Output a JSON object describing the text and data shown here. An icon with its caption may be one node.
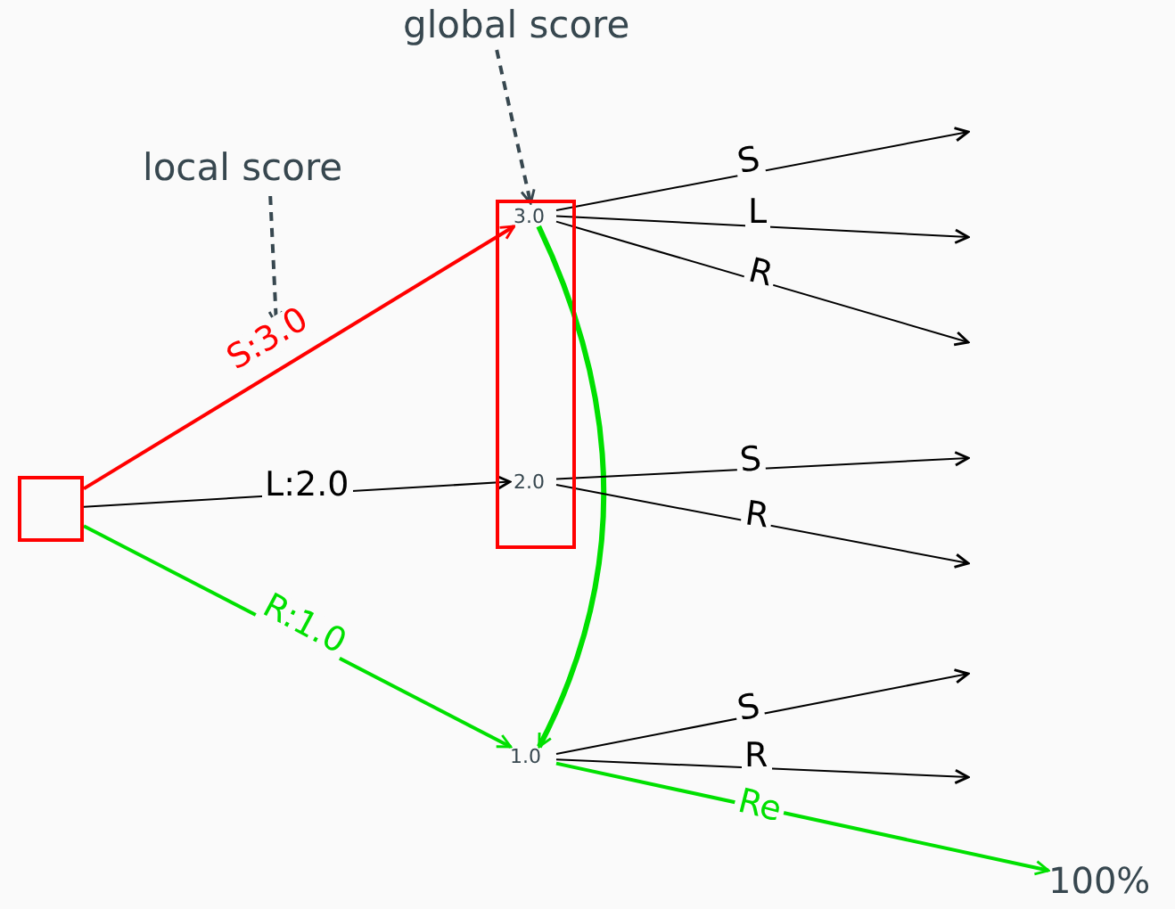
{
  "diagram": {
    "nodes": [
      {
        "text": [
          "global score"
        ]
      },
      {
        "text": [
          "local score"
        ]
      },
      {
        "text": [],
        "shape": "box"
      },
      {
        "text": [],
        "shape": "box"
      },
      {
        "text": [
          "3.0"
        ],
        "in": 3
      },
      {
        "text": [
          "2.0"
        ],
        "in": 3
      },
      {
        "text": [
          "1.0"
        ]
      },
      {
        "text": [
          "100%"
        ]
      }
    ],
    "edges": [
      {
        "from": 0,
        "to": 4,
        "arrow": "to",
        "style": "dashed",
        "color": "#37474f"
      },
      {
        "from": 1,
        "to": null,
        "arrow": "to",
        "style": "dashed",
        "color": "#37474f"
      },
      {
        "from": 2,
        "to": 4,
        "arrow": "to",
        "label": "S:3.0",
        "color": "#ff0000"
      },
      {
        "from": 2,
        "to": 5,
        "arrow": "to",
        "label": "L:2.0",
        "color": "#000000"
      },
      {
        "from": 2,
        "to": 6,
        "arrow": "to",
        "label": "R:1.0",
        "color": "#00e000"
      },
      {
        "from": 4,
        "to": 6,
        "arrow": "to",
        "style": "thick",
        "color": "#00e000"
      },
      {
        "from": 4,
        "to": null,
        "arrow": "to",
        "label": "S",
        "color": "#000000"
      },
      {
        "from": 4,
        "to": null,
        "arrow": "to",
        "label": "L",
        "color": "#000000"
      },
      {
        "from": 4,
        "to": null,
        "arrow": "to",
        "label": "R",
        "color": "#000000"
      },
      {
        "from": 5,
        "to": null,
        "arrow": "to",
        "label": "S",
        "color": "#000000"
      },
      {
        "from": 5,
        "to": null,
        "arrow": "to",
        "label": "R",
        "color": "#000000"
      },
      {
        "from": 6,
        "to": null,
        "arrow": "to",
        "label": "S",
        "color": "#000000"
      },
      {
        "from": 6,
        "to": null,
        "arrow": "to",
        "label": "R",
        "color": "#000000"
      },
      {
        "from": 6,
        "to": 7,
        "arrow": "to",
        "label": "Re",
        "color": "#00e000"
      }
    ]
  }
}
